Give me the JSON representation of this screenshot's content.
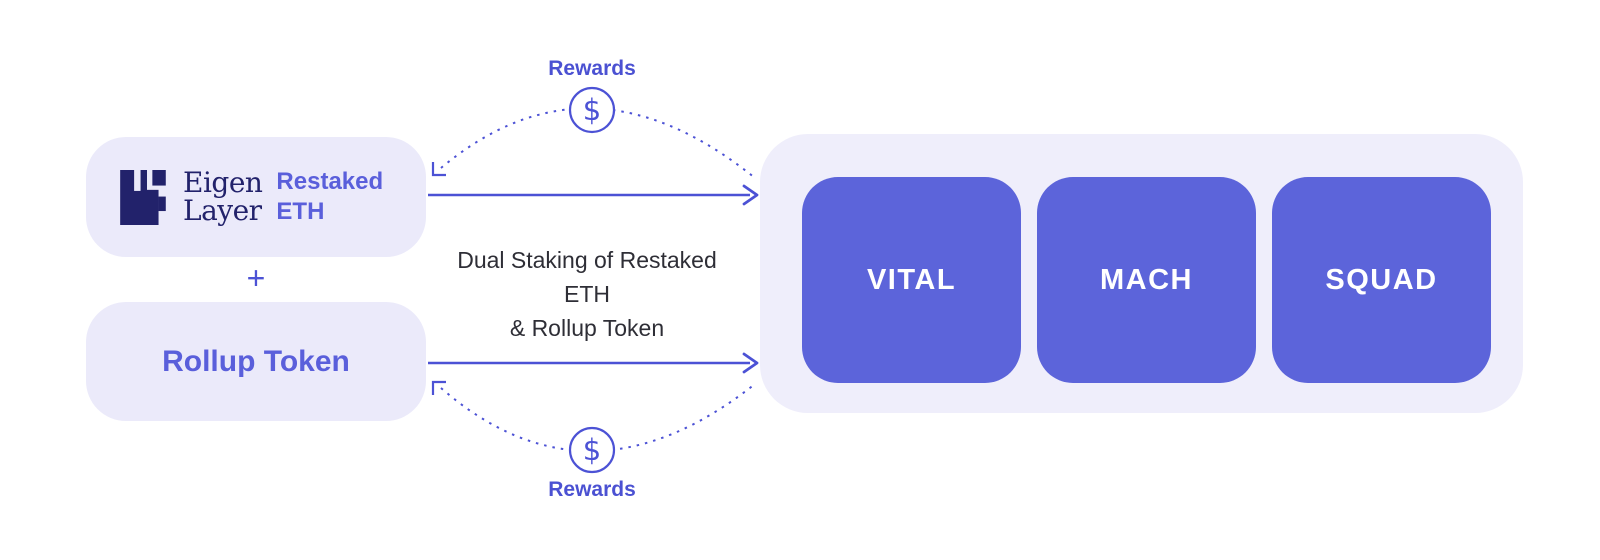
{
  "diagram": {
    "left": {
      "brand": {
        "line1": "Eigen",
        "line2": "Layer"
      },
      "restaked_label": "Restaked ETH",
      "plus": "+",
      "rollup_label": "Rollup Token"
    },
    "center": {
      "rewards_top": "Rewards",
      "rewards_bottom": "Rewards",
      "dollar_symbol": "$",
      "caption_line1": "Dual Staking of Restaked ETH",
      "caption_line2": "& Rollup Token"
    },
    "right": {
      "avs_boxes": [
        {
          "label": "VITAL"
        },
        {
          "label": "MACH"
        },
        {
          "label": "SQUAD"
        }
      ]
    }
  },
  "colors": {
    "page_bg": "#ffffff",
    "soft_box_bg": "#EBEAFA",
    "container_bg": "#EFEEFB",
    "avs_box_bg": "#5C64DA",
    "line_accent": "#4C52D5",
    "text_accent": "#5A5FDB",
    "rewards_accent": "#4B51D2",
    "brand_navy": "#22226B",
    "caption_text": "#2E2E36"
  }
}
